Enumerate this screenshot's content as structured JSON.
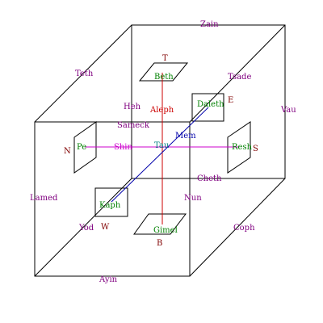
{
  "labels": {
    "edges": {
      "zain": "Zain",
      "teth": "Teth",
      "tsade": "Tsade",
      "vau": "Vau",
      "heh": "Heh",
      "cheth": "Cheth",
      "lamed": "Lamed",
      "nun": "Nun",
      "yod": "Yod",
      "coph": "Coph",
      "ayin": "Ayin"
    },
    "faces": {
      "beth": "Beth",
      "daleth": "Daleth",
      "pe": "Pe",
      "resh": "Resh",
      "kaph": "Kaph",
      "gimel": "Gimel"
    },
    "directions": {
      "t": "T",
      "e": "E",
      "n": "N",
      "s": "S",
      "w": "W",
      "b": "B"
    },
    "mothers": {
      "aleph": "Aleph",
      "shin": "Shin",
      "mem": "Mem"
    },
    "center": {
      "samech": "Sameck",
      "tau": "Tau"
    }
  },
  "colors": {
    "edge_label": "#800080",
    "face_label": "#008000",
    "direction_label": "#800000",
    "aleph": "#cc0000",
    "shin": "#cc00cc",
    "mem": "#0000aa",
    "tau": "#008080",
    "samech": "#800080",
    "cube_line": "#000000",
    "axis_vertical": "#cc0000",
    "axis_horizontal": "#cc00cc",
    "axis_diagonal": "#0000aa"
  }
}
